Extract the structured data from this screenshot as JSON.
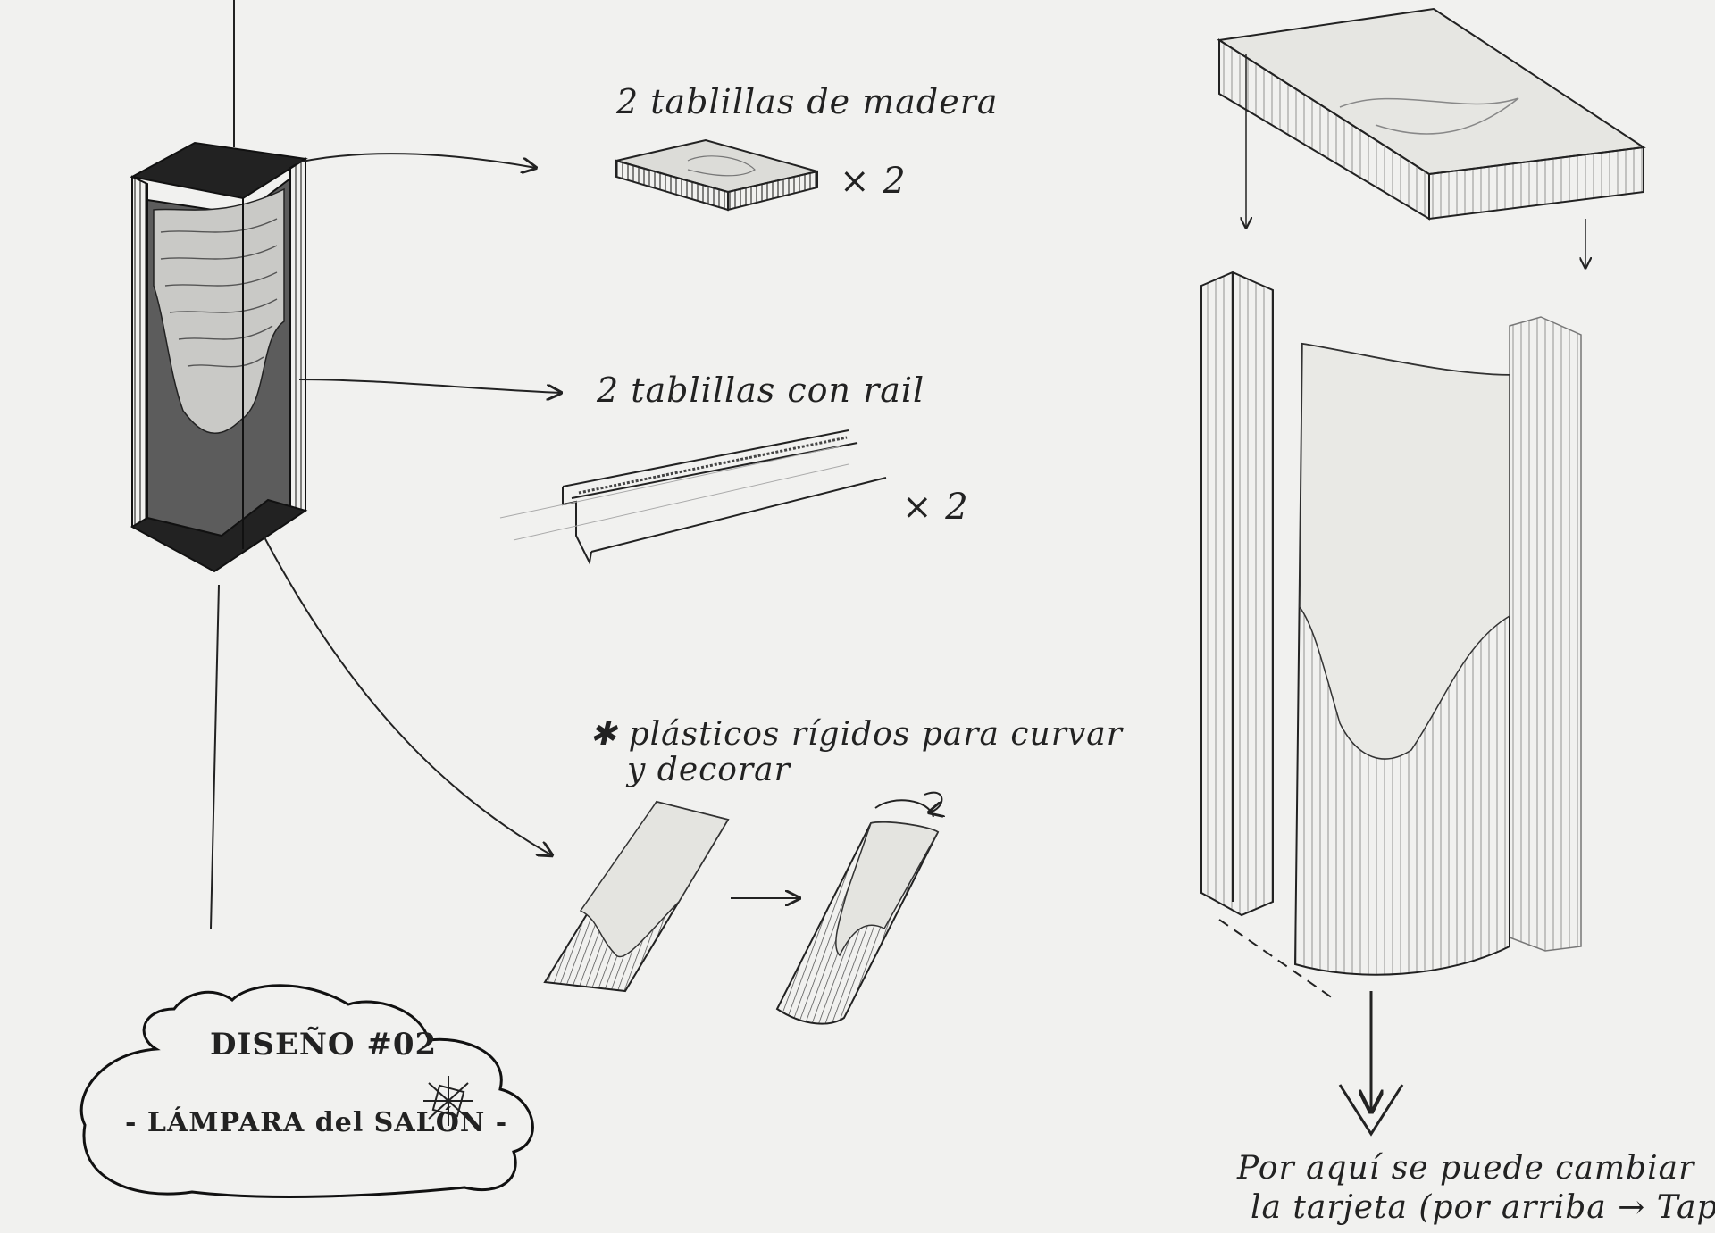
{
  "labels": {
    "slats": "2 tablillas de madera",
    "slats_qty": "× 2",
    "rail_slats": "2 tablillas con rail",
    "rail_qty": "× 2",
    "plastic_line1": "✱ plásticos rígidos para curvar",
    "plastic_line2": "y decorar",
    "title": "DISEÑO #02",
    "subtitle": "- LÁMPARA del SALÓN -",
    "note_line1": "Por aquí se puede cambiar",
    "note_line2": "la tarjeta (por arriba → Tapa su"
  },
  "colors": {
    "ink": "#1e1e1e",
    "paper": "#f1f1ef",
    "shade": "#555555"
  }
}
